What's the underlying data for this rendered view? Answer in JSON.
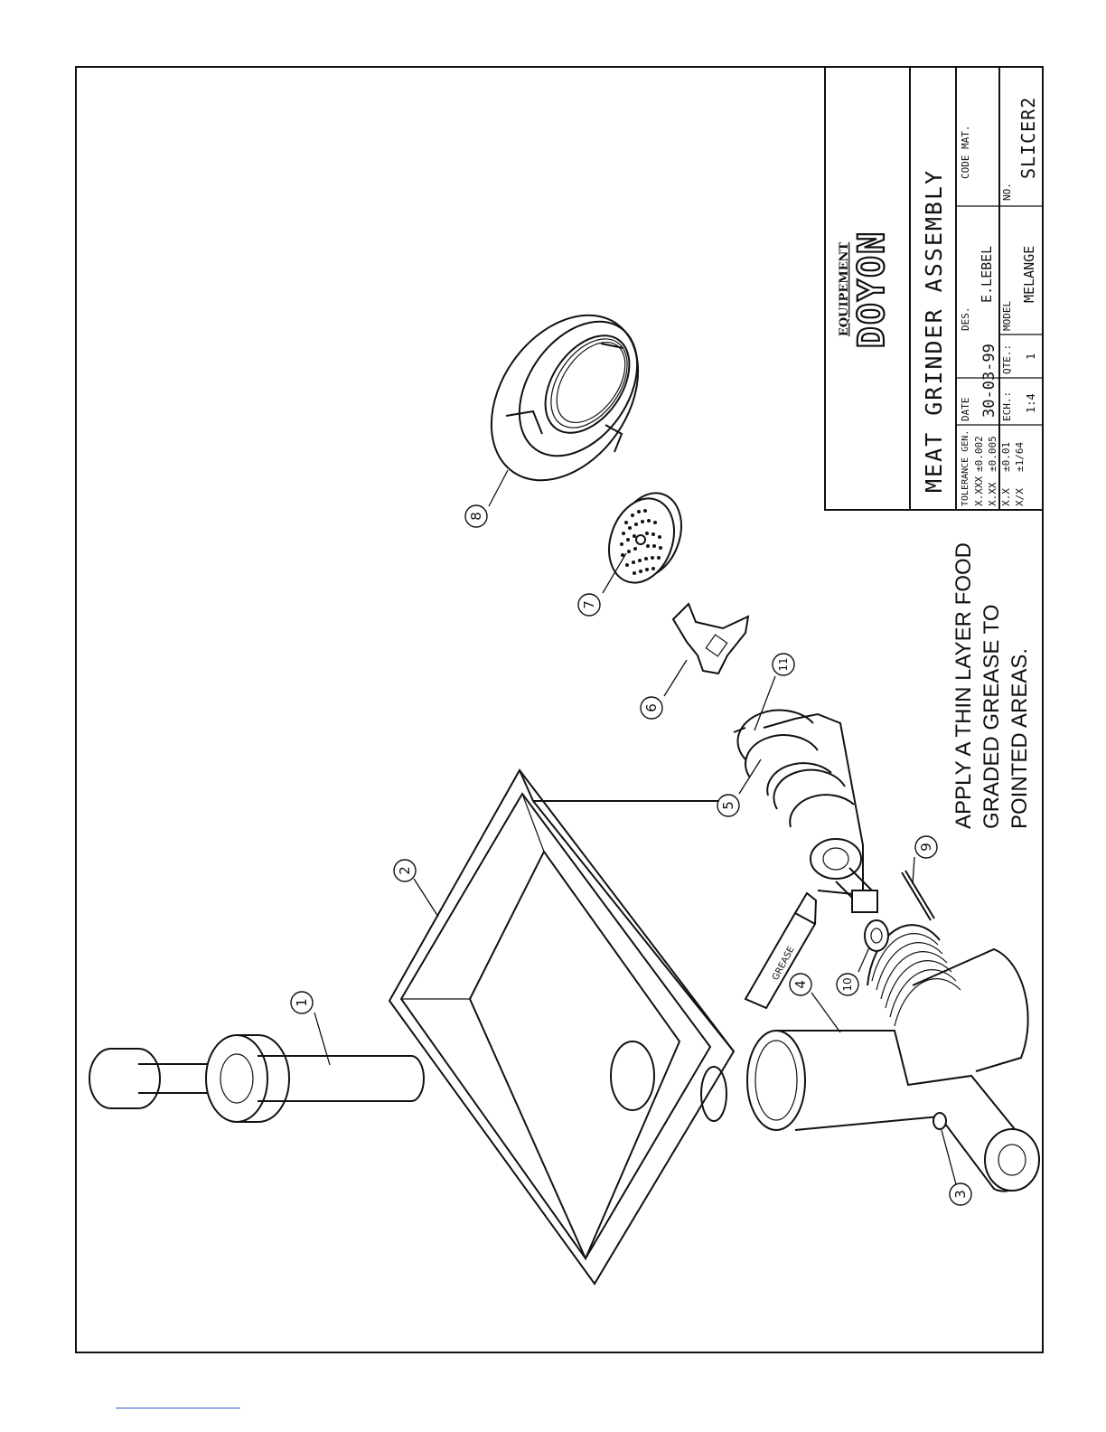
{
  "title_block": {
    "company_small": "EQUIPEMENT",
    "company_logo": "DOYON",
    "title": "MEAT GRINDER ASSEMBLY",
    "tolerance_header": "TOLERANCE GEN.",
    "tolerances": [
      {
        "fmt": "X.XXX",
        "val": "±0.002"
      },
      {
        "fmt": "X.XX",
        "val": "±0.005"
      },
      {
        "fmt": "X.X",
        "val": "±0.01"
      },
      {
        "fmt": "X/X",
        "val": "±1/64"
      }
    ],
    "date_label": "DATE",
    "date_value": "30-03-99",
    "des_label": "DES.",
    "des_value": "E.LEBEL",
    "code_label": "CODE MAT.",
    "code_value": "",
    "scale_label": "ECH.:",
    "scale_value": "1:4",
    "qty_label": "QTE.:",
    "qty_value": "1",
    "model_label": "MODEL",
    "model_value": "MELANGE",
    "no_label": "NO.",
    "no_value": "SLICER2"
  },
  "note_lines": [
    "APPLY A THIN LAYER FOOD",
    "GRADED GREASE TO",
    "POINTED AREAS."
  ],
  "grease_label": "GREASE",
  "callouts": [
    "1",
    "2",
    "3",
    "4",
    "5",
    "6",
    "7",
    "8",
    "9",
    "10",
    "11"
  ]
}
